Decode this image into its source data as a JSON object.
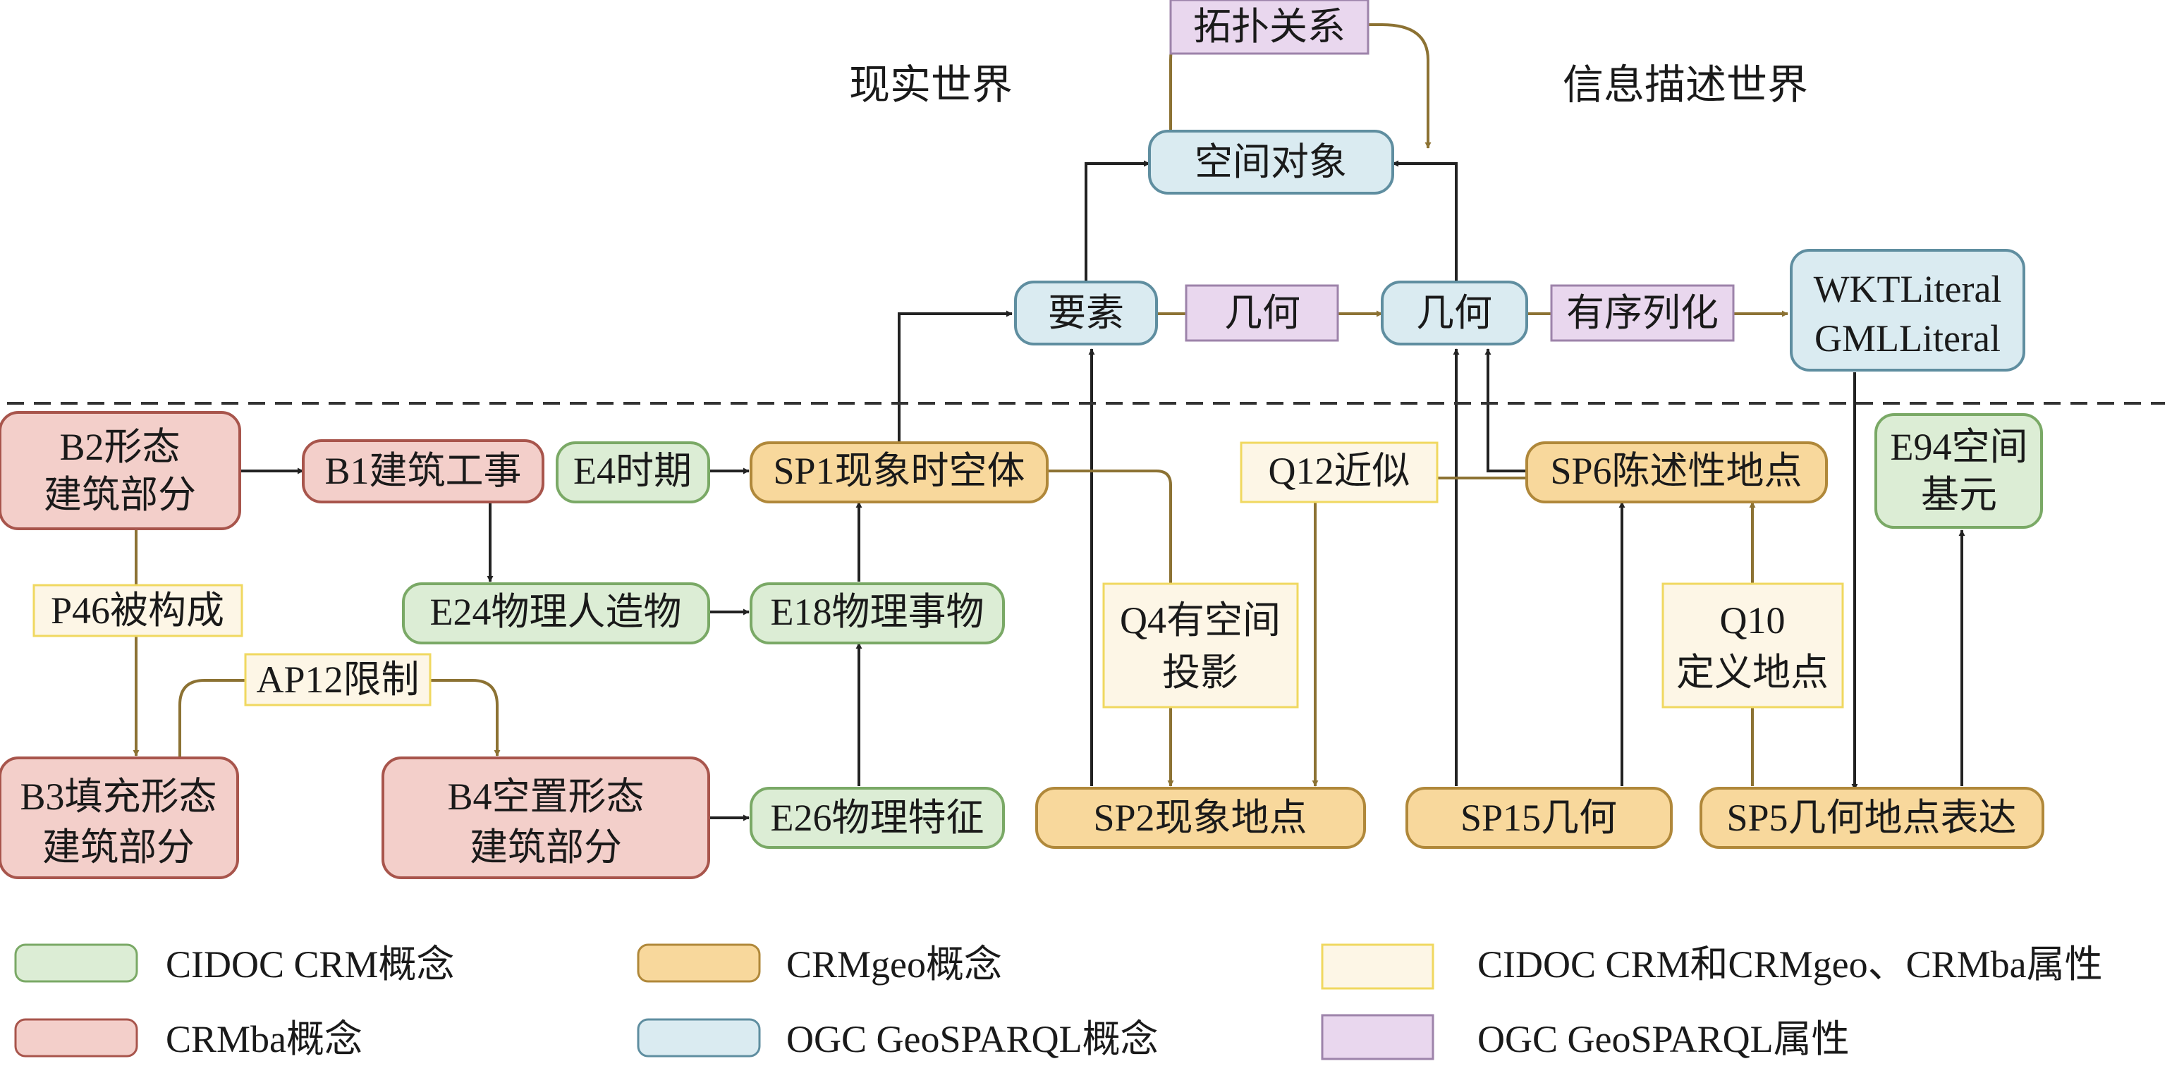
{
  "world": {
    "real": "现实世界",
    "info": "信息描述世界"
  },
  "nodes": {
    "topo": "拓扑关系",
    "spatial_object": "空间对象",
    "feature": "要素",
    "geom_prop": "几何",
    "geometry": "几何",
    "serialize": "有序列化",
    "wkt": "WKTLiteral",
    "gml": "GMLLiteral",
    "b2_l1": "B2形态",
    "b2_l2": "建筑部分",
    "b1": "B1建筑工事",
    "e4": "E4时期",
    "sp1": "SP1现象时空体",
    "q12": "Q12近似",
    "sp6": "SP6陈述性地点",
    "e94_l1": "E94空间",
    "e94_l2": "基元",
    "p46": "P46被构成",
    "e24": "E24物理人造物",
    "e18": "E18物理事物",
    "q4_l1": "Q4有空间",
    "q4_l2": "投影",
    "q10_l1": "Q10",
    "q10_l2": "定义地点",
    "ap12": "AP12限制",
    "b3_l1": "B3填充形态",
    "b3_l2": "建筑部分",
    "b4_l1": "B4空置形态",
    "b4_l2": "建筑部分",
    "e26": "E26物理特征",
    "sp2": "SP2现象地点",
    "sp15": "SP15几何",
    "sp5": "SP5几何地点表达"
  },
  "legend": {
    "cidoc": "CIDOC CRM概念",
    "crmba": "CRMba概念",
    "crmgeo": "CRMgeo概念",
    "ogc_concept": "OGC GeoSPARQL概念",
    "props": "CIDOC CRM和CRMgeo、CRMba属性",
    "ogc_prop": "OGC GeoSPARQL属性"
  },
  "colors": {
    "cidoc_fill": "#dcedd5",
    "cidoc_stroke": "#7aa966",
    "crmba_fill": "#f3cfca",
    "crmba_stroke": "#a8554c",
    "crmgeo_fill": "#f8d89c",
    "crmgeo_stroke": "#b0883a",
    "ogc_fill": "#daebf1",
    "ogc_stroke": "#5f8ea0",
    "prop_fill": "#fdf6e6",
    "prop_stroke": "#f0d860",
    "ogcprop_fill": "#e9d7ee",
    "ogcprop_stroke": "#9d83aa",
    "arrow_black": "#222222",
    "arrow_gold": "#8c7233"
  }
}
